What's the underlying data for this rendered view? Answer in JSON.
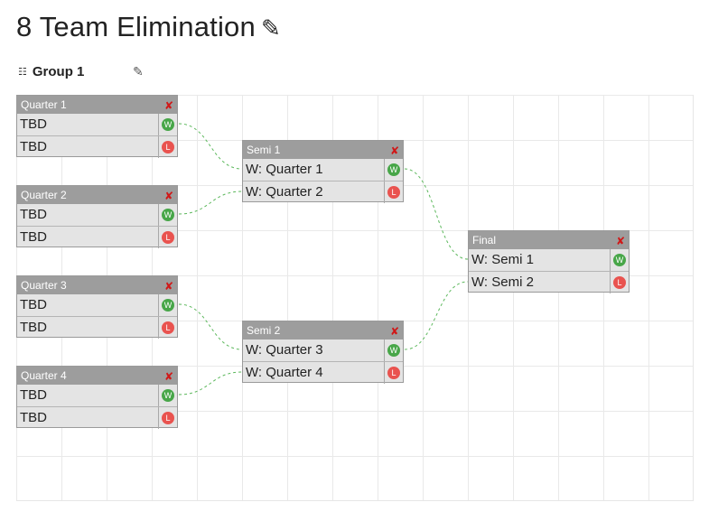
{
  "page": {
    "title": "8 Team Elimination",
    "edit_icon": "✎"
  },
  "group": {
    "name": "Group 1",
    "list_icon": "☷",
    "edit_icon": "✎"
  },
  "icons": {
    "delete": "✘",
    "win": "W",
    "loss": "L"
  },
  "colors": {
    "header_bg": "#9d9d9d",
    "win": "#47a648",
    "loss": "#e9534f",
    "delete": "#d01818",
    "connector": "#5cb85c"
  },
  "matches": [
    {
      "title": "Quarter 1",
      "slots": [
        "TBD",
        "TBD"
      ]
    },
    {
      "title": "Quarter 2",
      "slots": [
        "TBD",
        "TBD"
      ]
    },
    {
      "title": "Quarter 3",
      "slots": [
        "TBD",
        "TBD"
      ]
    },
    {
      "title": "Quarter 4",
      "slots": [
        "TBD",
        "TBD"
      ]
    },
    {
      "title": "Semi 1",
      "slots": [
        "W: Quarter 1",
        "W: Quarter 2"
      ]
    },
    {
      "title": "Semi 2",
      "slots": [
        "W: Quarter 3",
        "W: Quarter 4"
      ]
    },
    {
      "title": "Final",
      "slots": [
        "W: Semi 1",
        "W: Semi 2"
      ]
    }
  ]
}
